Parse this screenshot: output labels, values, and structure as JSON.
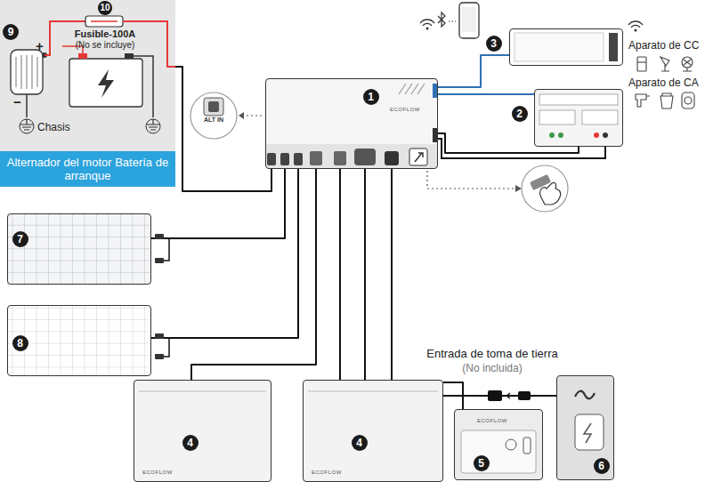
{
  "diagram": {
    "nodes": [
      {
        "text": [
          "Alternador del motor Batería de arranque"
        ]
      },
      {
        "text": [
          "1"
        ]
      },
      {
        "text": [
          "3"
        ]
      },
      {
        "text": [
          "2"
        ]
      },
      {
        "text": [
          "7"
        ]
      },
      {
        "text": [
          "8"
        ]
      },
      {
        "text": [
          "4"
        ]
      },
      {
        "text": [
          "4"
        ]
      },
      {
        "text": [
          "5"
        ]
      },
      {
        "text": [
          "6"
        ]
      }
    ],
    "edges": [
      {
        "from": 0,
        "to": 1,
        "arrow": "none"
      },
      {
        "from": 1,
        "to": 2,
        "arrow": "none"
      },
      {
        "from": 1,
        "to": 3,
        "arrow": "none"
      },
      {
        "from": 1,
        "to": 3,
        "arrow": "none"
      },
      {
        "from": 4,
        "to": 1,
        "arrow": "none"
      },
      {
        "from": 5,
        "to": 1,
        "arrow": "none"
      },
      {
        "from": 6,
        "to": 1,
        "arrow": "none"
      },
      {
        "from": 7,
        "to": 1,
        "arrow": "none"
      },
      {
        "from": 8,
        "to": 1,
        "arrow": "none"
      },
      {
        "from": 9,
        "to": 1,
        "arrow": "none"
      }
    ],
    "labels": [
      "10",
      "9",
      "+",
      "Fusible-100A",
      "(No se incluye)",
      "−",
      "Chasis",
      "ALT IN",
      "Aparato de CC",
      "Aparato de CA",
      "Entrada de toma de tierra",
      "(No incluida)",
      "ECOFLOW",
      "ECOFLOW",
      "ECOFLOW",
      "ECOFLOW"
    ]
  }
}
